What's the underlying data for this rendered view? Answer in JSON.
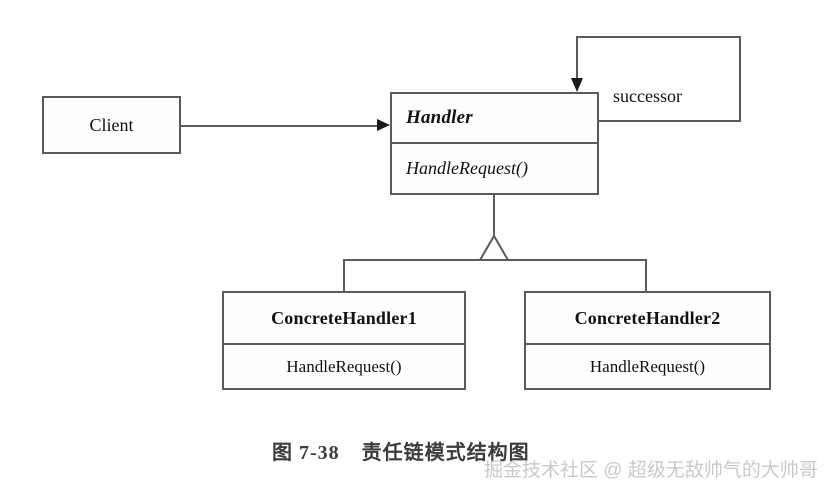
{
  "diagram": {
    "title": "Chain of Responsibility pattern structure (UML class diagram)",
    "line_color": "#5a5a5a",
    "text_color": "#111111",
    "background": "#ffffff",
    "classes": [
      {
        "id": "client",
        "name": "Client",
        "stereotype": "concrete",
        "operations": []
      },
      {
        "id": "handler",
        "name": "Handler",
        "stereotype": "abstract",
        "operations": [
          "HandleRequest()"
        ]
      },
      {
        "id": "concrete-handler-1",
        "name": "ConcreteHandler1",
        "stereotype": "concrete",
        "operations": [
          "HandleRequest()"
        ]
      },
      {
        "id": "concrete-handler-2",
        "name": "ConcreteHandler2",
        "stereotype": "concrete",
        "operations": [
          "HandleRequest()"
        ]
      }
    ],
    "associations": [
      {
        "id": "client-to-handler",
        "from": "client",
        "to": "handler",
        "type": "association",
        "arrow": "open-solid",
        "label": ""
      },
      {
        "id": "handler-successor",
        "from": "handler",
        "to": "handler",
        "type": "self-association",
        "arrow": "open-solid",
        "label": "successor"
      },
      {
        "id": "gen-1",
        "from": "concrete-handler-1",
        "to": "handler",
        "type": "generalization",
        "arrow": "hollow-triangle",
        "label": ""
      },
      {
        "id": "gen-2",
        "from": "concrete-handler-2",
        "to": "handler",
        "type": "generalization",
        "arrow": "hollow-triangle",
        "label": ""
      }
    ]
  },
  "caption": {
    "figure_number": "图 7-38",
    "figure_title": "责任链模式结构图"
  },
  "watermark": {
    "text": "掘金技术社区 @ 超级无敌帅气的大帅哥",
    "color": "#c9c9c9"
  }
}
